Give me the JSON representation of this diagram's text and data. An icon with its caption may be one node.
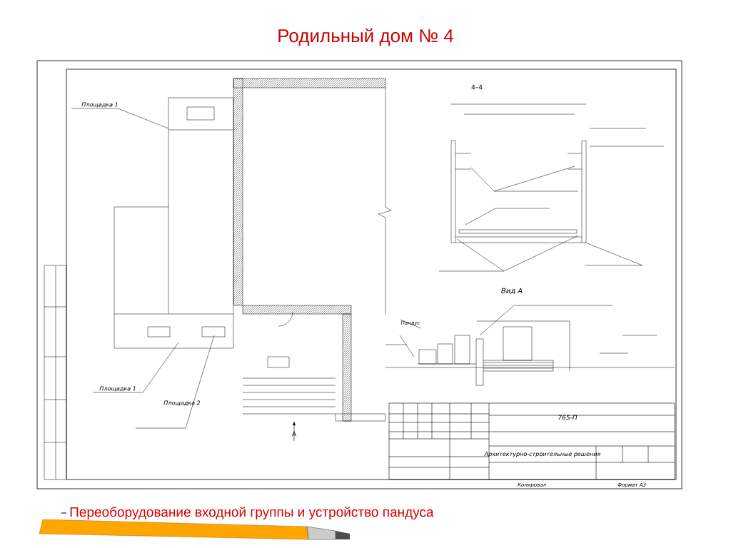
{
  "diagram": {
    "title": "Родильный дом № 4",
    "caption": "Переоборудование входной группы и устройство пандуса",
    "labels": [
      "Площадка 1",
      "4–4",
      "Пандус",
      "Вид А",
      "Площадка 1",
      "Площадка 2",
      "А",
      "765-П",
      "Архитектурно-строительные решения",
      "Копировал",
      "Формат А3"
    ]
  }
}
